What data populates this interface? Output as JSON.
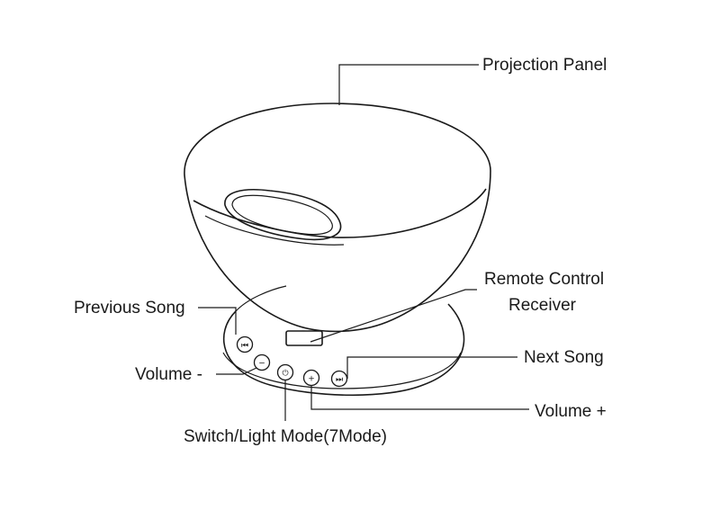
{
  "labels": {
    "projection_panel": "Projection Panel",
    "remote_receiver_line1": "Remote Control",
    "remote_receiver_line2": "Receiver",
    "previous_song": "Previous Song",
    "volume_minus": "Volume -",
    "next_song": "Next Song",
    "volume_plus": "Volume +",
    "switch_light_mode": "Switch/Light Mode(7Mode)"
  },
  "buttons": {
    "previous_glyph": "⏮",
    "minus_glyph": "−",
    "power_glyph": "⏻",
    "plus_glyph": "+",
    "next_glyph": "⏭"
  },
  "colors": {
    "line": "#1a1a1a",
    "background": "#ffffff"
  }
}
